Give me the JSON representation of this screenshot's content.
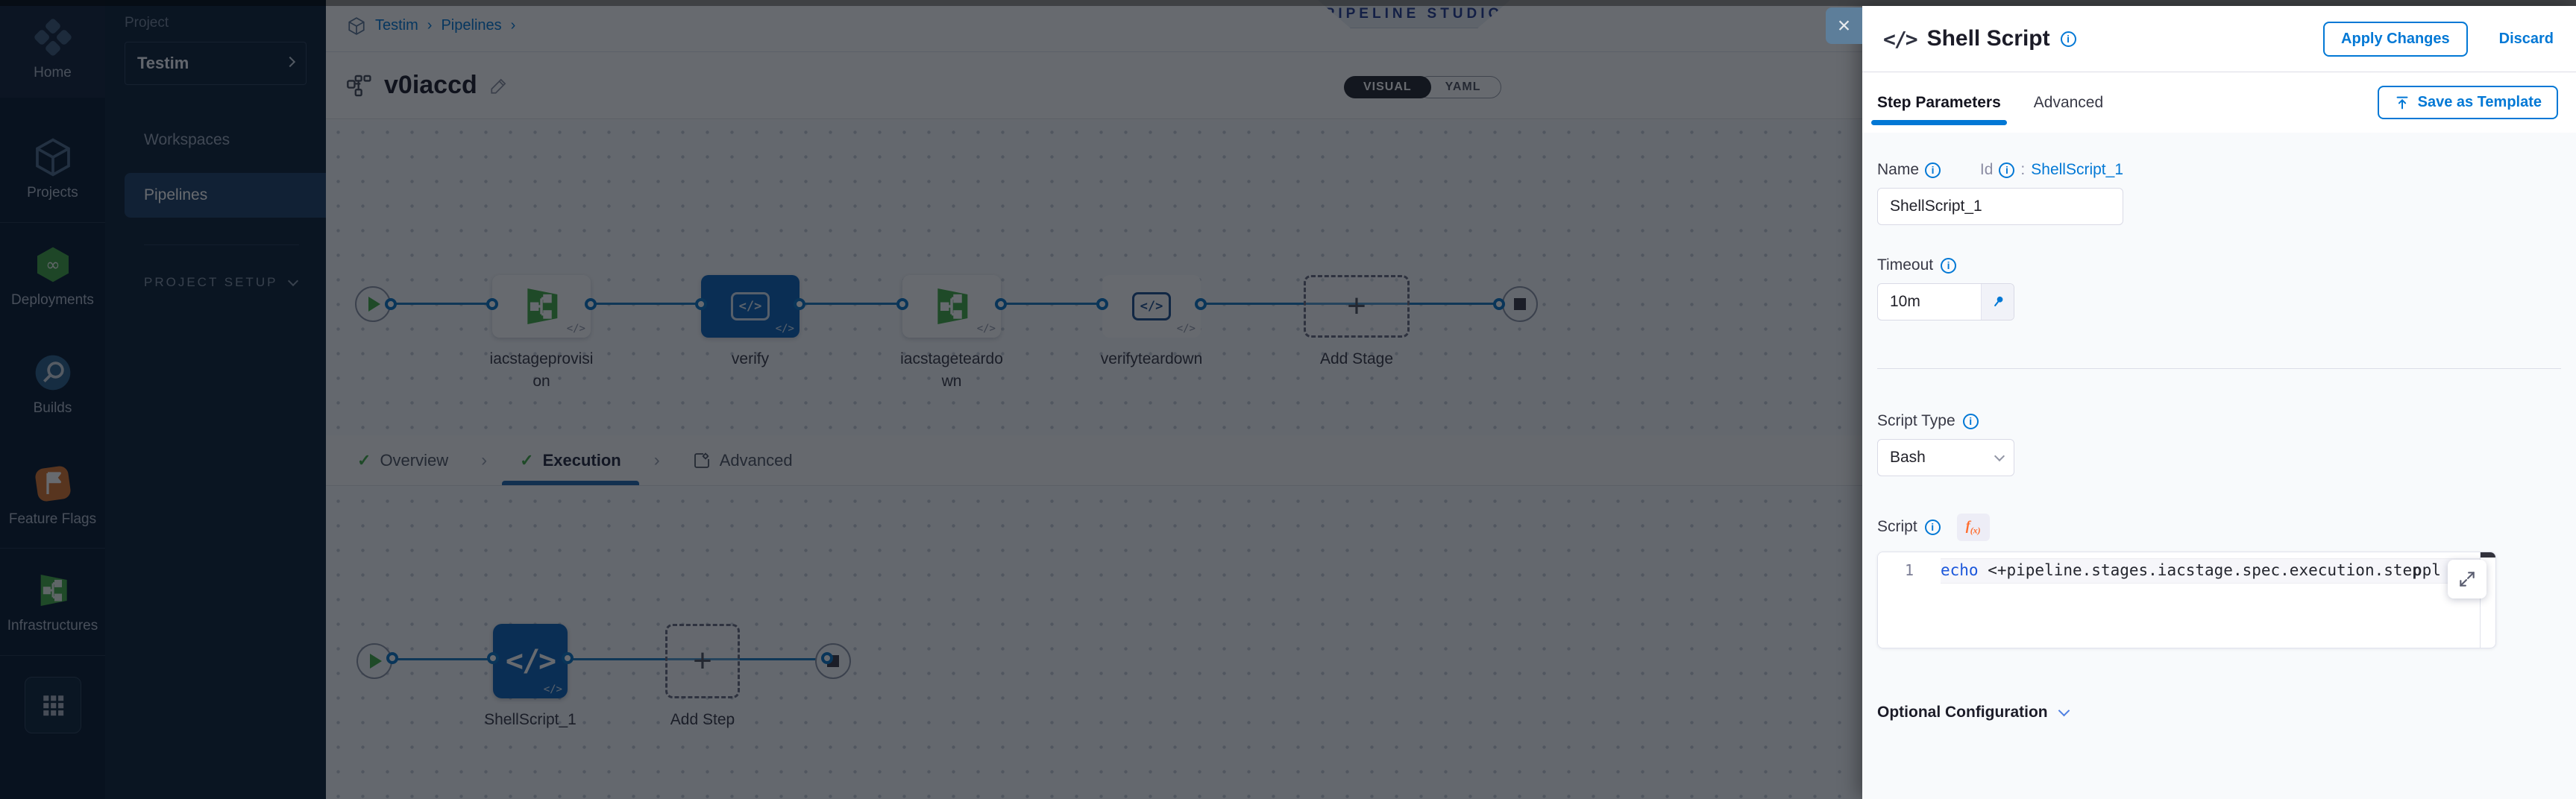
{
  "colors": {
    "accent": "#0278d5",
    "node_blue": "#0c63b7",
    "green": "#42ab45",
    "sidebar_bg": "#07182e",
    "badge_text": "#223a92",
    "fx_orange": "#ff6b2c"
  },
  "sidebar": {
    "items": [
      {
        "label": "Home",
        "icon": "home-diamond-icon"
      },
      {
        "label": "Projects",
        "icon": "cube-icon"
      },
      {
        "label": "Deployments",
        "icon": "infinity-hexagon-icon"
      },
      {
        "label": "Builds",
        "icon": "builds-circle-icon"
      },
      {
        "label": "Feature Flags",
        "icon": "flag-icon"
      },
      {
        "label": "Infrastructures",
        "icon": "infrastructure-icon"
      }
    ]
  },
  "project_nav": {
    "section_label": "Project",
    "project_name": "Testim",
    "items": [
      {
        "label": "Workspaces"
      },
      {
        "label": "Pipelines"
      }
    ],
    "setup_label": "PROJECT SETUP"
  },
  "header": {
    "breadcrumb": {
      "project": "Testim",
      "section": "Pipelines",
      "sep": "›"
    },
    "studio_badge": "PIPELINE STUDIO",
    "pipeline_name": "v0iaccd",
    "view_toggle": {
      "visual": "VISUAL",
      "yaml": "YAML",
      "active": "VISUAL"
    }
  },
  "stage_graph": {
    "stages": [
      {
        "label": "iacstageprovision",
        "type": "infra"
      },
      {
        "label": "verify",
        "type": "custom-selected"
      },
      {
        "label": "iacstageteardown",
        "type": "infra"
      },
      {
        "label": "verifyteardown",
        "type": "custom"
      }
    ],
    "add_stage_label": "Add Stage"
  },
  "canvas_tabs": {
    "items": [
      {
        "label": "Overview"
      },
      {
        "label": "Execution"
      },
      {
        "label": "Advanced"
      }
    ],
    "active": "Execution",
    "check": "✓"
  },
  "execution_graph": {
    "step_label": "ShellScript_1",
    "add_step_label": "Add Step"
  },
  "drawer": {
    "title": "Shell Script",
    "apply_label": "Apply Changes",
    "discard_label": "Discard",
    "tabs": [
      {
        "label": "Step Parameters"
      },
      {
        "label": "Advanced"
      }
    ],
    "active_tab": "Step Parameters",
    "save_template_label": "Save as Template",
    "fields": {
      "name_label": "Name",
      "name_value": "ShellScript_1",
      "id_label": "Id",
      "id_separator": ":",
      "id_value": "ShellScript_1",
      "timeout_label": "Timeout",
      "timeout_value": "10m",
      "script_type_label": "Script Type",
      "script_type_value": "Bash",
      "script_label": "Script",
      "fx_badge": "f",
      "fx_badge_sub": "(x)"
    },
    "editor": {
      "line_number": "1",
      "code_keyword": "echo",
      "code_rest": " <+pipeline.stages.iacstage.spec.execution.step",
      "code_tail": "ppl"
    },
    "optional_config_label": "Optional Configuration",
    "info_glyph": "i",
    "close_glyph": "×"
  }
}
